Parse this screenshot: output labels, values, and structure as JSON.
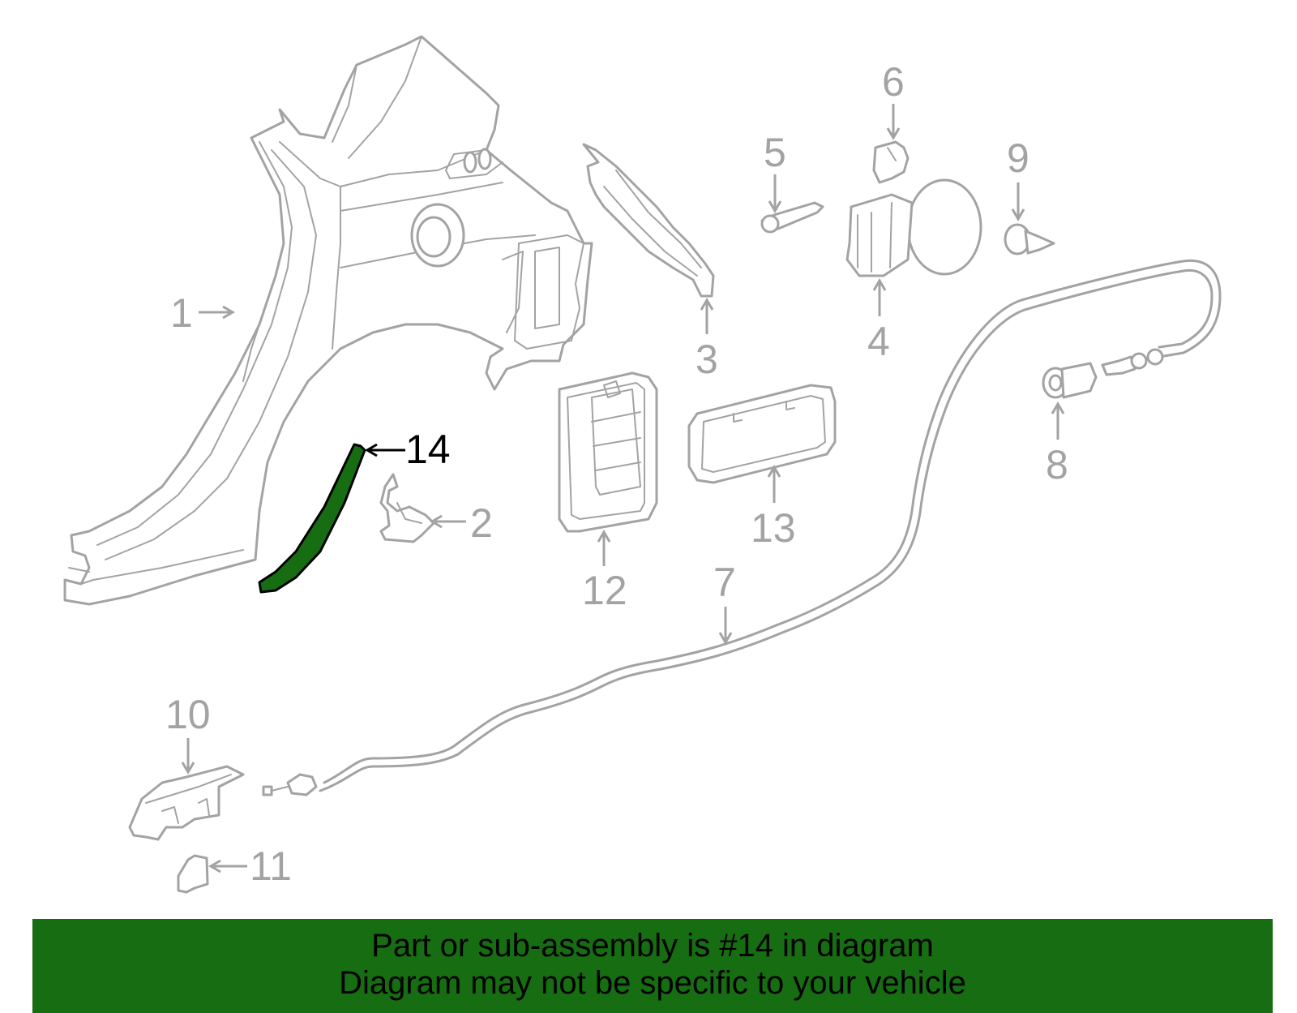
{
  "diagram": {
    "highlighted_part": "14",
    "highlight_color": "#176d11",
    "line_color": "#a3a3a3",
    "callouts": [
      "1",
      "2",
      "3",
      "4",
      "5",
      "6",
      "7",
      "8",
      "9",
      "10",
      "11",
      "12",
      "13",
      "14"
    ]
  },
  "banner": {
    "line1": "Part or sub-assembly is #14 in diagram",
    "line2": "Diagram may not be specific to your vehicle",
    "background": "#176d11"
  }
}
